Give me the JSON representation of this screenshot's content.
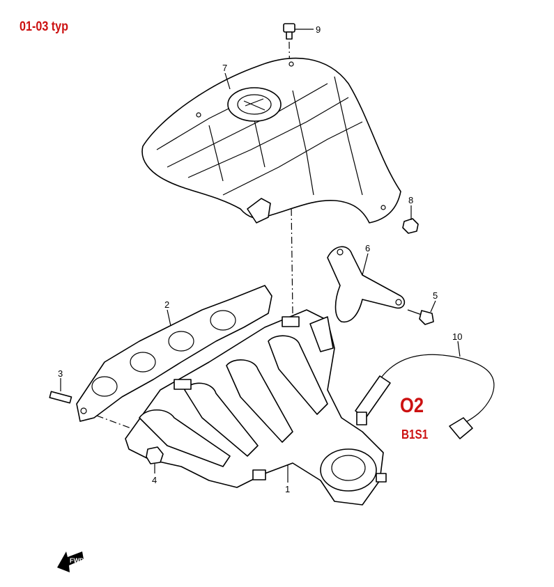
{
  "diagram": {
    "title": "01-03 typ",
    "sensor_label": "O2",
    "sensor_position": "B1S1",
    "fwd_label": "FWD",
    "callouts": [
      "1",
      "2",
      "3",
      "4",
      "5",
      "6",
      "7",
      "8",
      "9",
      "10"
    ],
    "accent_color": "#cc1111"
  }
}
